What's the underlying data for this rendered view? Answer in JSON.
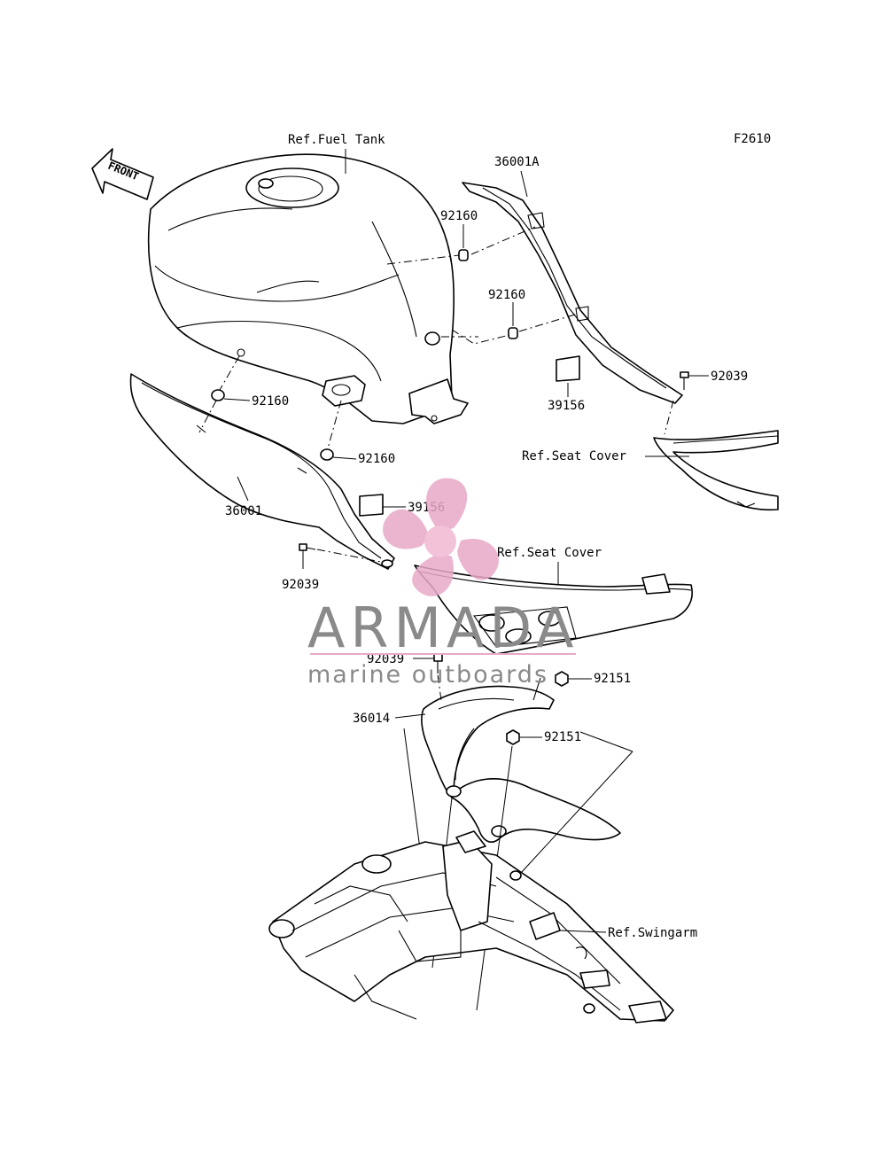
{
  "figure_code": "F2610",
  "front_arrow": "FRONT",
  "ref_labels": {
    "fuel_tank": "Ref.Fuel Tank",
    "seat_cover_upper": "Ref.Seat Cover",
    "seat_cover_lower": "Ref.Seat Cover",
    "swingarm": "Ref.Swingarm"
  },
  "parts": {
    "p36001A": "36001A",
    "p92160_a": "92160",
    "p92160_b": "92160",
    "p92160_c": "92160",
    "p92160_d": "92160",
    "p92039_a": "92039",
    "p92039_b": "92039",
    "p92039_c": "92039",
    "p39156_a": "39156",
    "p39156_b": "39156",
    "p36001": "36001",
    "p36014": "36014",
    "p92151_a": "92151",
    "p92151_b": "92151"
  },
  "watermark": {
    "brand": "ARMADA",
    "tagline": "marine outboards",
    "colors": {
      "text": "#8a8a8a",
      "logo": "#e8a9c8",
      "logo_center": "#f0b8d2"
    }
  }
}
